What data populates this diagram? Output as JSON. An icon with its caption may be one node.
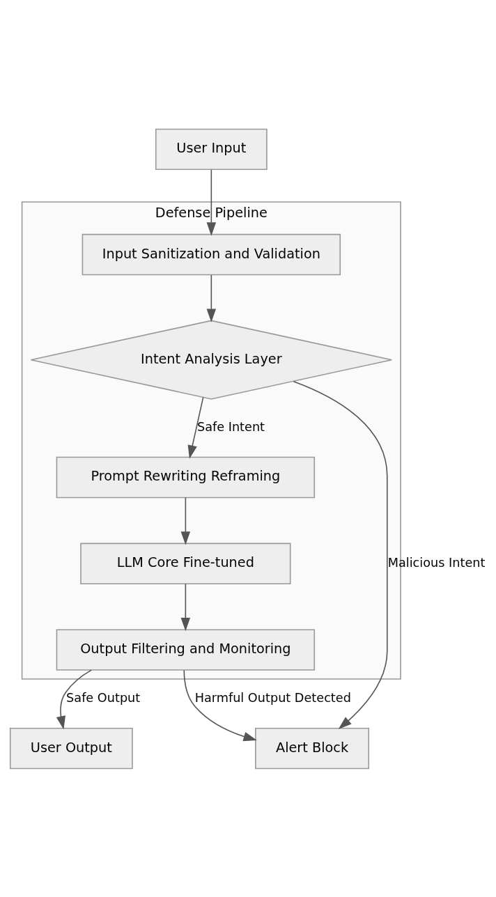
{
  "diagram": {
    "nodes": [
      {
        "text": [
          "User Input"
        ]
      },
      {
        "text": [
          "Defense Pipeline"
        ]
      },
      {
        "text": [
          "Input Sanitization and Validation"
        ],
        "in": 1
      },
      {
        "text": [
          "Intent Analysis Layer"
        ],
        "in": 1
      },
      {
        "text": [
          "Prompt Rewriting Reframing"
        ],
        "in": 1
      },
      {
        "text": [
          "LLM Core Fine-tuned"
        ],
        "in": 1
      },
      {
        "text": [
          "Output Filtering and Monitoring"
        ],
        "in": 1
      },
      {
        "text": [
          "User Output"
        ]
      },
      {
        "text": [
          "Alert Block"
        ]
      }
    ],
    "edges": [
      {
        "from": 0,
        "to": 2,
        "arrow": "to"
      },
      {
        "from": 2,
        "to": 3,
        "arrow": "to"
      },
      {
        "from": 3,
        "to": 4,
        "label": "Safe Intent",
        "arrow": "to"
      },
      {
        "from": 3,
        "to": 8,
        "label": "Malicious Intent",
        "arrow": "to"
      },
      {
        "from": 4,
        "to": 5,
        "arrow": "to"
      },
      {
        "from": 5,
        "to": 6,
        "arrow": "to"
      },
      {
        "from": 6,
        "to": 7,
        "label": "Safe Output",
        "arrow": "to"
      },
      {
        "from": 6,
        "to": 8,
        "label": "Harmful Output Detected",
        "arrow": "to"
      }
    ]
  }
}
